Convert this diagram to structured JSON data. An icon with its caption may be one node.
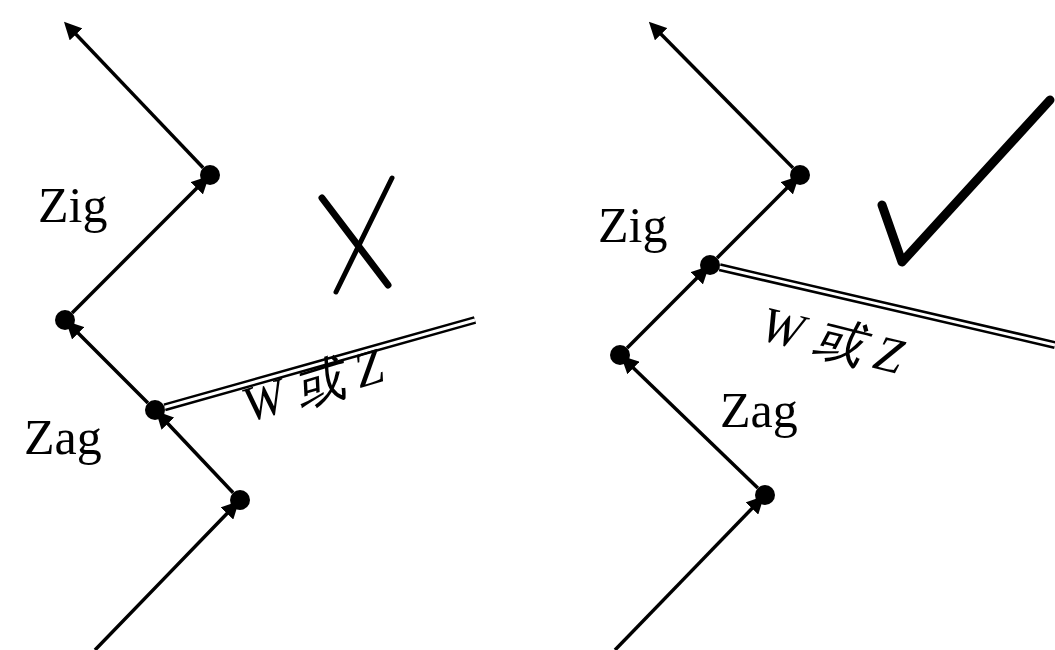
{
  "diagram": {
    "nodes": [
      {
        "text": [],
        "shape": "circle"
      },
      {
        "text": [],
        "shape": "circle"
      },
      {
        "text": [],
        "shape": "circle"
      },
      {
        "text": [],
        "shape": "circle"
      },
      {
        "text": [],
        "shape": "circle"
      },
      {
        "text": [],
        "shape": "circle"
      },
      {
        "text": [],
        "shape": "circle"
      },
      {
        "text": [],
        "shape": "circle"
      }
    ],
    "edges": [
      {
        "from": null,
        "to": 3,
        "arrow": "to"
      },
      {
        "from": 3,
        "to": 2,
        "arrow": "to"
      },
      {
        "from": 2,
        "to": 1,
        "arrow": "to"
      },
      {
        "from": 1,
        "to": 0,
        "arrow": "to"
      },
      {
        "from": 0,
        "to": null,
        "arrow": "to"
      },
      {
        "from": 2,
        "to": null,
        "arrow": "none",
        "style": "thick"
      },
      {
        "from": null,
        "to": 7,
        "arrow": "to"
      },
      {
        "from": 7,
        "to": 6,
        "arrow": "to"
      },
      {
        "from": 6,
        "to": 5,
        "arrow": "to"
      },
      {
        "from": 5,
        "to": 4,
        "arrow": "to"
      },
      {
        "from": 4,
        "to": null,
        "arrow": "to"
      },
      {
        "from": 5,
        "to": null,
        "arrow": "none",
        "style": "thick"
      }
    ],
    "labels": [
      "Zig",
      "Zag",
      "W 或 Z",
      "Zig",
      "W 或 Z",
      "Zag"
    ]
  }
}
